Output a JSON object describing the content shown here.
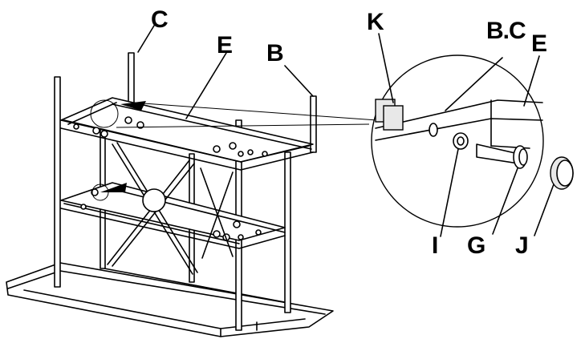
{
  "labels": {
    "C": "C",
    "E_main": "E",
    "B": "B",
    "K": "K",
    "BC": "B.C",
    "E_detail": "E",
    "I": "I",
    "G": "G",
    "J": "J"
  }
}
